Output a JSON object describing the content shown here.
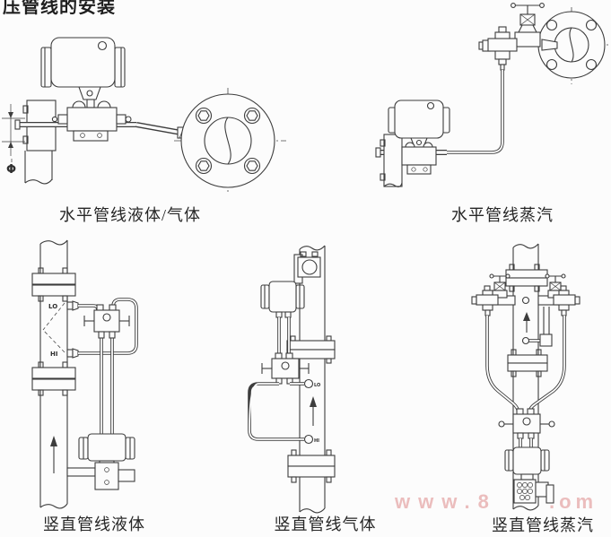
{
  "page": {
    "title": "压管线的安装"
  },
  "colors": {
    "paper": "#fcfcfc",
    "line": "#3d3d3d",
    "watermark": "#e7aeae"
  },
  "diagrams": [
    {
      "id": "horizontal-liquid-gas",
      "caption": "水平管线液体/气体",
      "labels": {
        "phi": "Φ"
      }
    },
    {
      "id": "horizontal-steam",
      "caption": "水平管线蒸汽"
    },
    {
      "id": "vertical-liquid",
      "caption": "竖直管线液体",
      "labels": {
        "lo": "LO",
        "hi": "HI"
      }
    },
    {
      "id": "vertical-gas",
      "caption": "竖直管线气体",
      "labels": {
        "lo": "LO",
        "hi": "HI"
      }
    },
    {
      "id": "vertical-steam",
      "caption": "竖直管线蒸汽"
    }
  ],
  "watermark": {
    "left": "www.8",
    "right": ".om"
  }
}
